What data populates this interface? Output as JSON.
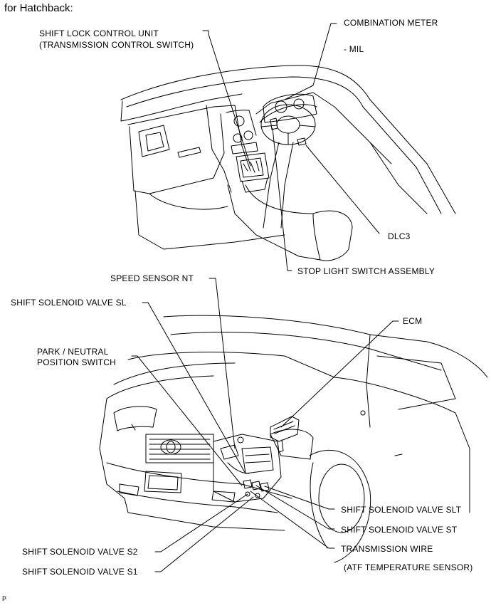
{
  "header": {
    "title": "for Hatchback:"
  },
  "labels": {
    "shift_lock_line1": "SHIFT LOCK CONTROL UNIT",
    "shift_lock_line2": "(TRANSMISSION CONTROL SWITCH)",
    "combination_meter": "COMBINATION METER",
    "mil": "- MIL",
    "dlc3": "DLC3",
    "stop_light_switch": "STOP LIGHT SWITCH ASSEMBLY",
    "speed_sensor_nt": "SPEED SENSOR  NT",
    "shift_solenoid_sl": "SHIFT SOLENOID VALVE  SL",
    "ecm": "ECM",
    "park_neutral_line1": "PARK / NEUTRAL",
    "park_neutral_line2": "POSITION SWITCH",
    "shift_solenoid_slt": "SHIFT SOLENOID VALVE SLT",
    "shift_solenoid_st": "SHIFT SOLENOID VALVE ST",
    "transmission_wire": "TRANSMISSION WIRE",
    "atf_sensor": "(ATF TEMPERATURE SENSOR)",
    "shift_solenoid_s2": "SHIFT SOLENOID VALVE S2",
    "shift_solenoid_s1": "SHIFT SOLENOID VALVE S1"
  },
  "footer": {
    "code": "P"
  }
}
